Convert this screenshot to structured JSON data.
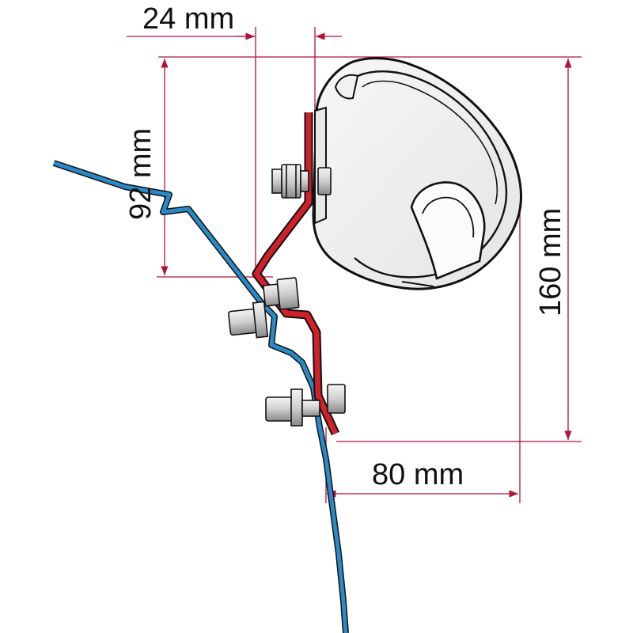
{
  "dimensions": {
    "offset_top": "24 mm",
    "height_rail": "92 mm",
    "height_total": "160 mm",
    "depth": "80 mm"
  },
  "colors": {
    "dimension_line": "#b5123a",
    "bracket": "#d0202a",
    "van_wall": "#2a8ac8",
    "outline": "#111111"
  }
}
